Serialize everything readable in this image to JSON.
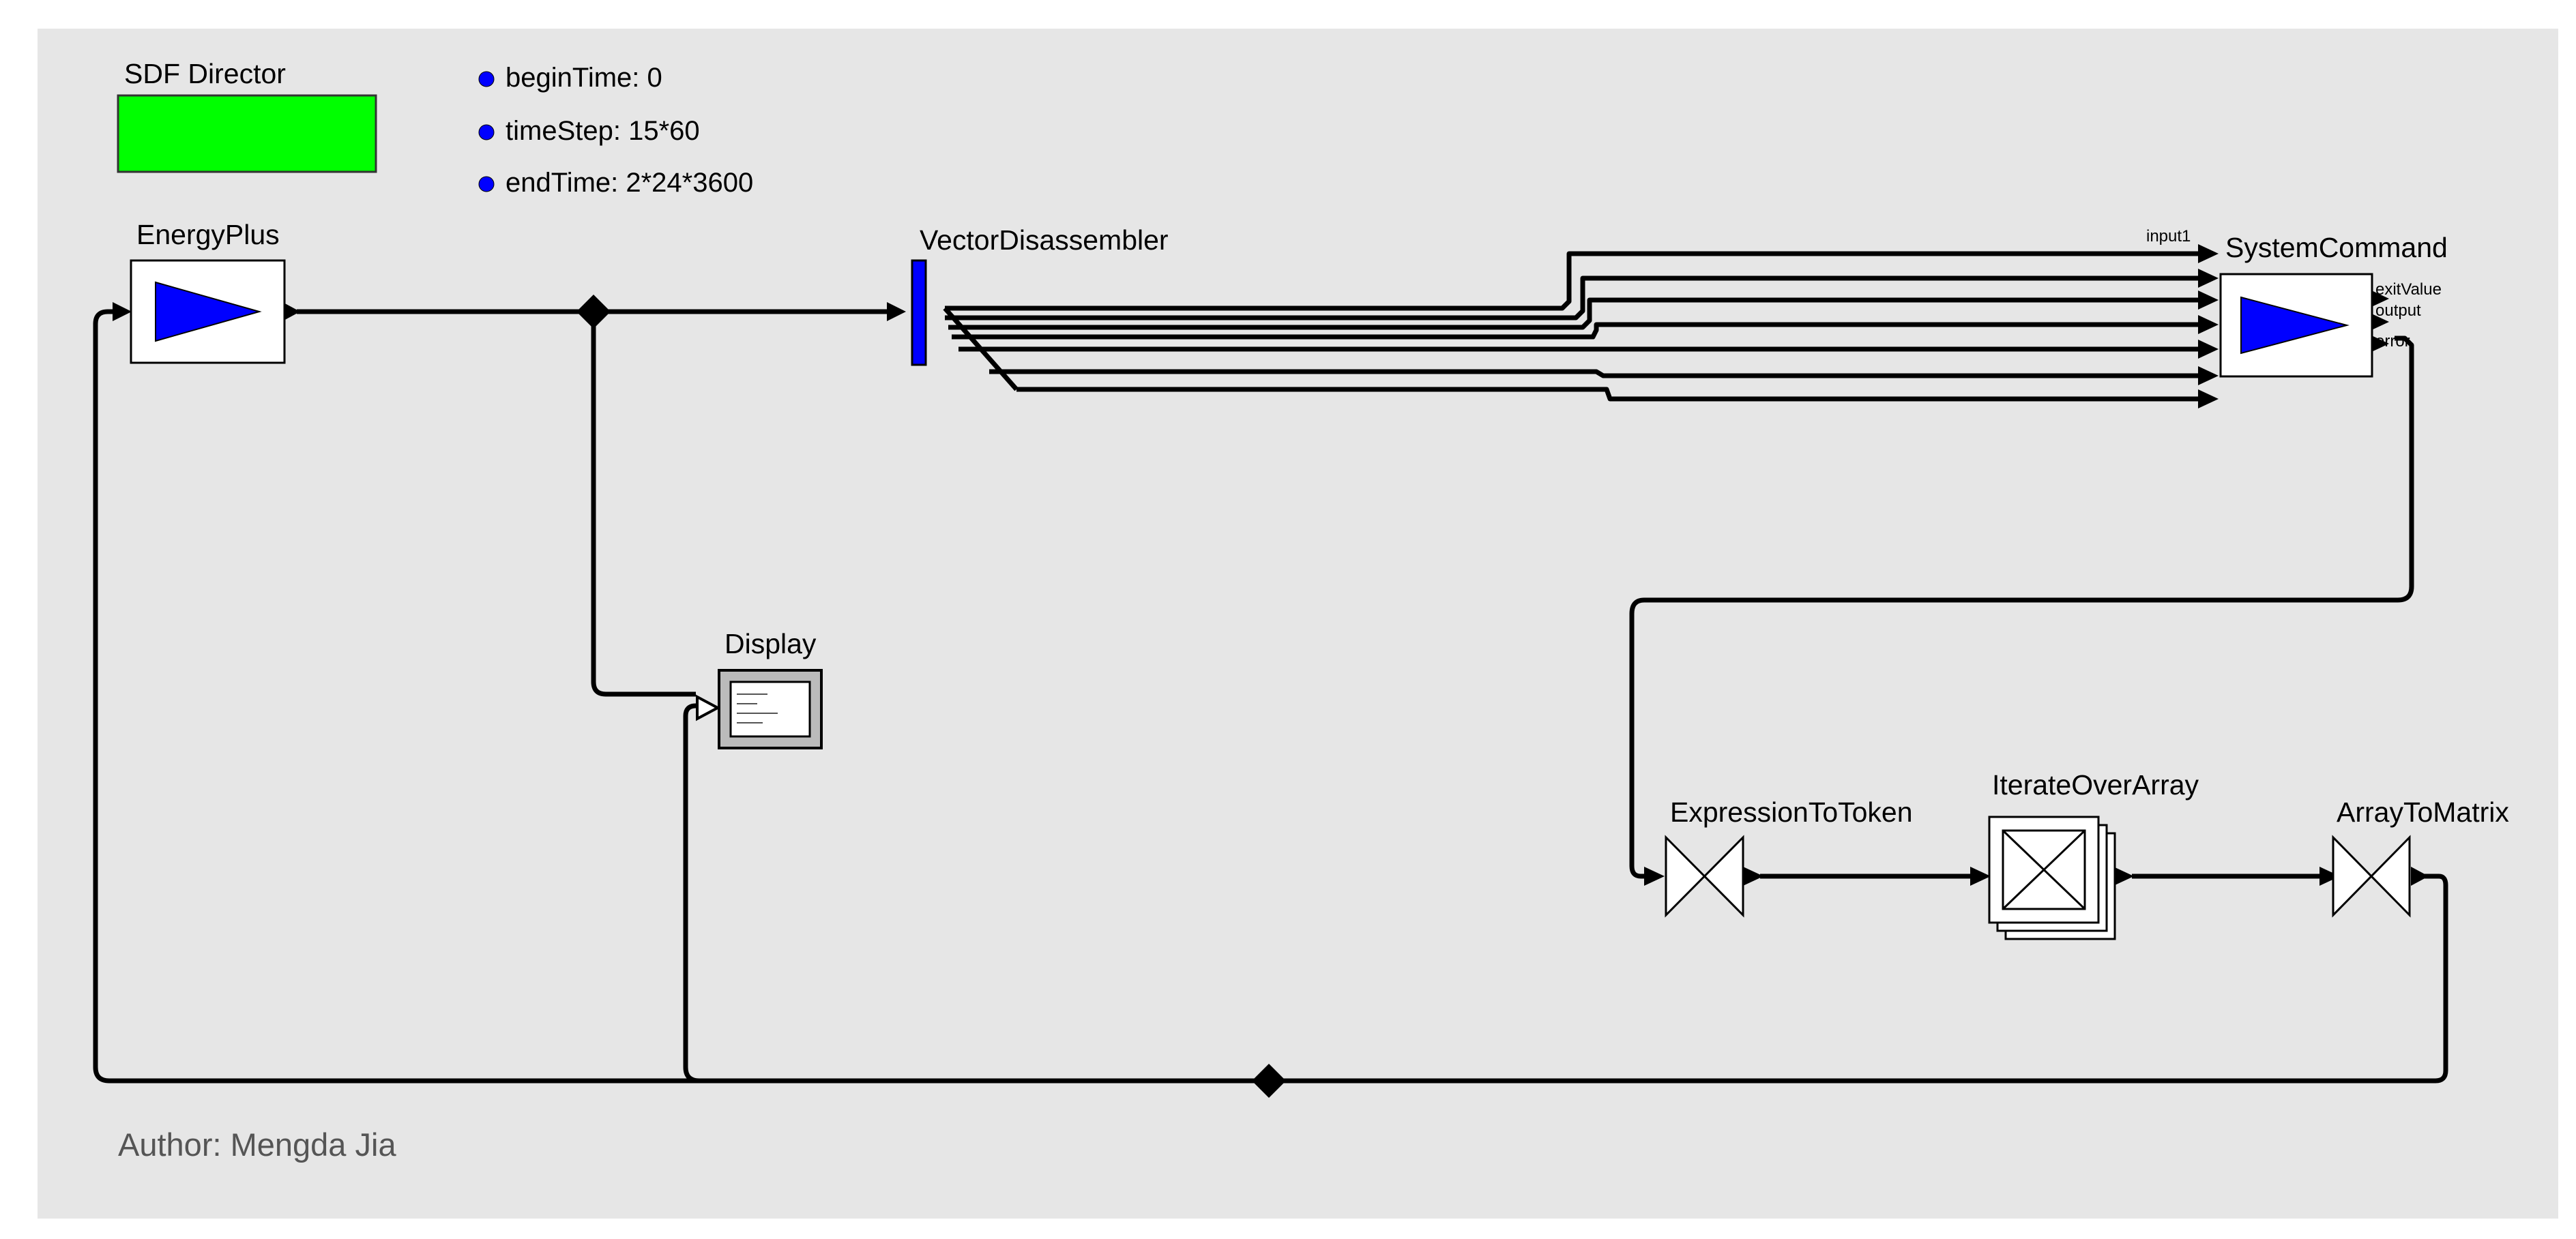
{
  "director": {
    "label": "SDF Director",
    "color": "#00ff00"
  },
  "parameters": [
    {
      "text": "beginTime: 0"
    },
    {
      "text": "timeStep: 15*60"
    },
    {
      "text": "endTime: 2*24*3600"
    }
  ],
  "actors": {
    "energyplus": {
      "label": "EnergyPlus"
    },
    "vector_disassembler": {
      "label": "VectorDisassembler"
    },
    "system_command": {
      "label": "SystemCommand",
      "ports": {
        "input1": "input1",
        "exit_value": "exitValue",
        "output": "output",
        "error": "error"
      }
    },
    "display": {
      "label": "Display"
    },
    "expression_to_token": {
      "label": "ExpressionToToken"
    },
    "iterate_over_array": {
      "label": "IterateOverArray"
    },
    "array_to_matrix": {
      "label": "ArrayToMatrix"
    }
  },
  "author": "Author: Mengda Jia",
  "colors": {
    "canvas": "#e6e6e6",
    "actor_icon": "#0000ff",
    "director": "#00ff00",
    "param_dot": "#0000ff"
  }
}
